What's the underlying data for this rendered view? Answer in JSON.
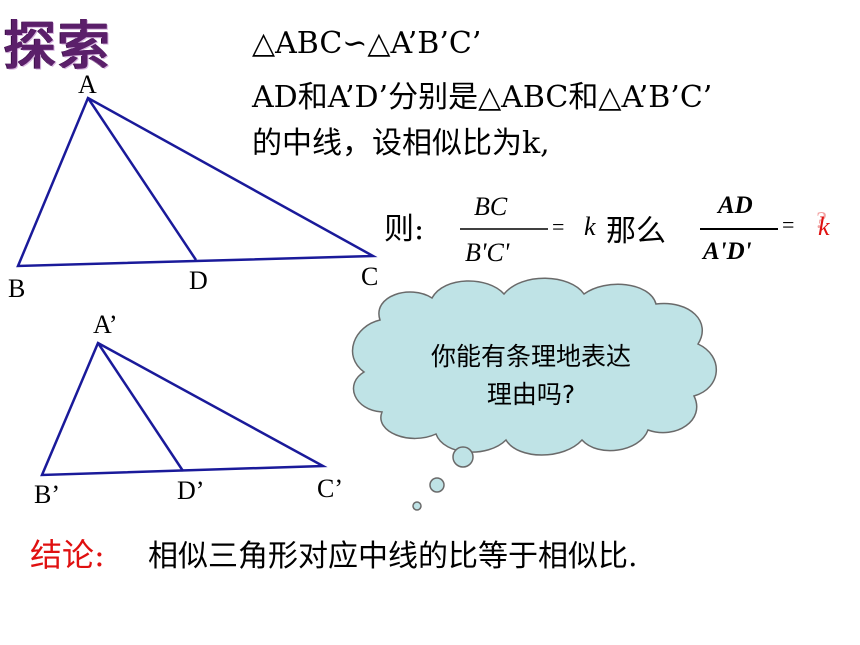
{
  "title": "探索",
  "given": {
    "line1": "△ABC∽△A’B’C’",
    "line2": "AD和A’D’分别是△ABC和△A’B’C’",
    "line3": "的中线，设相似比为k,"
  },
  "triangle1": {
    "A": "A",
    "B": "B",
    "C": "C",
    "D": "D"
  },
  "triangle2": {
    "A": "A’",
    "B": "B’",
    "C": "C’",
    "D": "D’"
  },
  "formula": {
    "then": "则:",
    "num1": "BC",
    "den1": "B'C'",
    "eq1": "=",
    "k": "k",
    "so": "那么",
    "num2": "AD",
    "den2": "A'D'",
    "eq2": "=",
    "q": "?",
    "k2": "k"
  },
  "cloud": {
    "line1": "你能有条理地表达",
    "line2": "理由吗?"
  },
  "conclusion": {
    "label": "结论:",
    "text": "相似三角形对应中线的比等于相似比."
  },
  "colors": {
    "line": "#1a1a9a",
    "cloud_fill": "#bfe3e6",
    "red": "#e01010",
    "title": "#5b1f6a"
  }
}
